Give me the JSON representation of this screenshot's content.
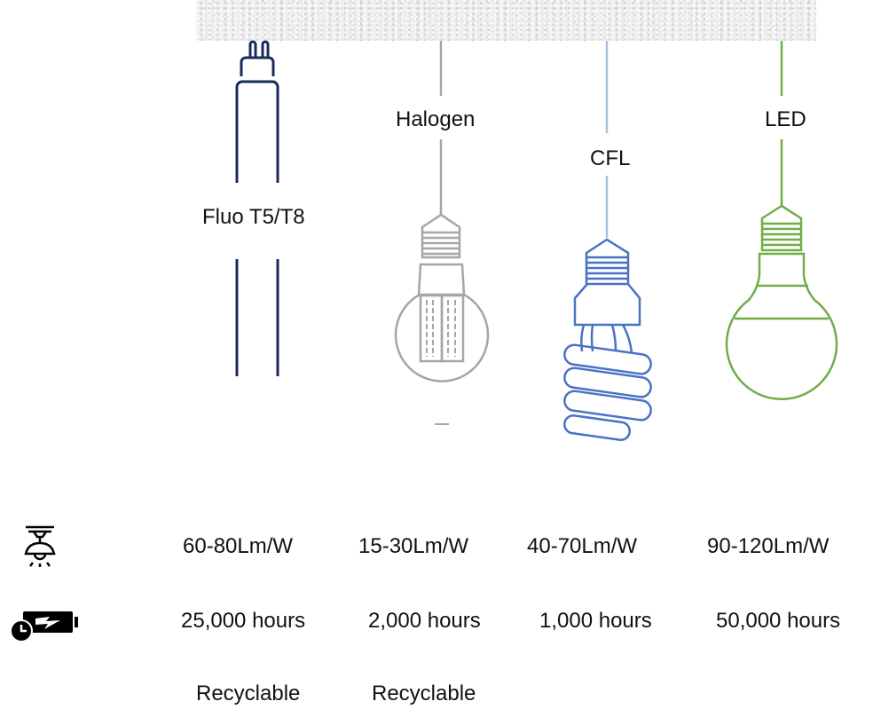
{
  "title": "Lamp technology comparison",
  "lamps": [
    {
      "id": "fluo",
      "name": "Fluo T5/T8",
      "color": "#1b2a5c",
      "efficacy": "60-80Lm/W",
      "lifetime": "25,000 hours",
      "recyclable": "Recyclable"
    },
    {
      "id": "halogen",
      "name": "Halogen",
      "color": "#a6a6a6",
      "efficacy": "15-30Lm/W",
      "lifetime": "2,000 hours",
      "recyclable": "Recyclable"
    },
    {
      "id": "cfl",
      "name": "CFL",
      "color": "#4a72c4",
      "cord_color": "#a9bfe0",
      "efficacy": "40-70Lm/W",
      "lifetime": "1,000 hours",
      "recyclable": ""
    },
    {
      "id": "led",
      "name": "LED",
      "color": "#70ad47",
      "efficacy": "90-120Lm/W",
      "lifetime": "50,000 hours",
      "recyclable": ""
    }
  ],
  "row_icons": {
    "efficacy": "ceiling-lamp-icon",
    "lifetime": "battery-clock-icon"
  }
}
